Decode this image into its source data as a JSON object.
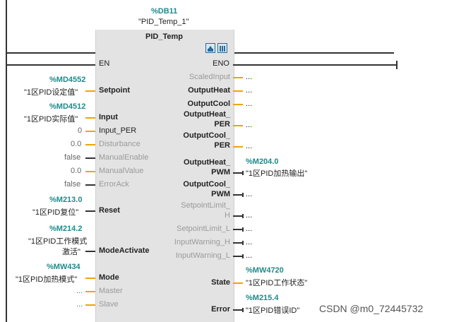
{
  "instance": {
    "db_address": "%DB11",
    "db_name": "\"PID_Temp_1\"",
    "block_name": "PID_Temp"
  },
  "icons": [
    "block-view-icon",
    "pid-settings-icon"
  ],
  "inputs": {
    "en": {
      "pin": "EN"
    },
    "setpoint": {
      "address": "%MD4552",
      "tag": "\"1区PID设定值\"",
      "pin": "Setpoint"
    },
    "input": {
      "address": "%MD4512",
      "tag": "\"1区PID实际值\"",
      "pin": "Input"
    },
    "input_per": {
      "value": "0",
      "pin": "Input_PER"
    },
    "disturbance": {
      "value": "0.0",
      "pin": "Disturbance"
    },
    "manual_enable": {
      "value": "false",
      "pin": "ManualEnable"
    },
    "manual_value": {
      "value": "0.0",
      "pin": "ManualValue"
    },
    "error_ack": {
      "value": "false",
      "pin": "ErrorAck"
    },
    "reset": {
      "address": "%M213.0",
      "tag": "\"1区PID复位\"",
      "pin": "Reset"
    },
    "mode_activate": {
      "address": "%M214.2",
      "tag_line1": "\"1区PID工作模式",
      "tag_line2": "激活\"",
      "pin": "ModeActivate"
    },
    "mode": {
      "address": "%MW434",
      "tag": "\"1区PID加热模式\"",
      "pin": "Mode"
    },
    "master": {
      "value": "...",
      "pin": "Master"
    },
    "slave": {
      "value": "...",
      "pin": "Slave"
    }
  },
  "outputs": {
    "eno": {
      "pin": "ENO"
    },
    "scaled_input": {
      "pin": "ScaledInput",
      "value": "..."
    },
    "output_heat": {
      "pin": "OutputHeat",
      "value": "..."
    },
    "output_cool": {
      "pin": "OutputCool",
      "value": "..."
    },
    "output_heat_per": {
      "pin_line1": "OutputHeat_",
      "pin_line2": "PER",
      "value": "..."
    },
    "output_cool_per": {
      "pin_line1": "OutputCool_",
      "pin_line2": "PER",
      "value": "..."
    },
    "output_heat_pwm": {
      "pin_line1": "OutputHeat_",
      "pin_line2": "PWM",
      "address": "%M204.0",
      "tag": "\"1区PID加热输出\""
    },
    "output_cool_pwm": {
      "pin_line1": "OutputCool_",
      "pin_line2": "PWM",
      "value": "..."
    },
    "setpoint_limit_h": {
      "pin_line1": "SetpointLimit_",
      "pin_line2": "H",
      "value": "..."
    },
    "setpoint_limit_l": {
      "pin": "SetpointLimit_L",
      "value": "..."
    },
    "input_warning_h": {
      "pin": "InputWarning_H",
      "value": "..."
    },
    "input_warning_l": {
      "pin": "InputWarning_L",
      "value": "..."
    },
    "state": {
      "pin": "State",
      "address": "%MW4720",
      "tag": "\"1区PID工作状态\""
    },
    "error": {
      "pin": "Error",
      "address": "%M215.4",
      "tag": "\"1区PID错误ID\""
    }
  },
  "watermark": "CSDN @m0_72445732",
  "colors": {
    "address": "#1f8a8a",
    "connector": "#f2a400",
    "disabled": "#9a9a9a",
    "block": "#e3e3e3"
  }
}
